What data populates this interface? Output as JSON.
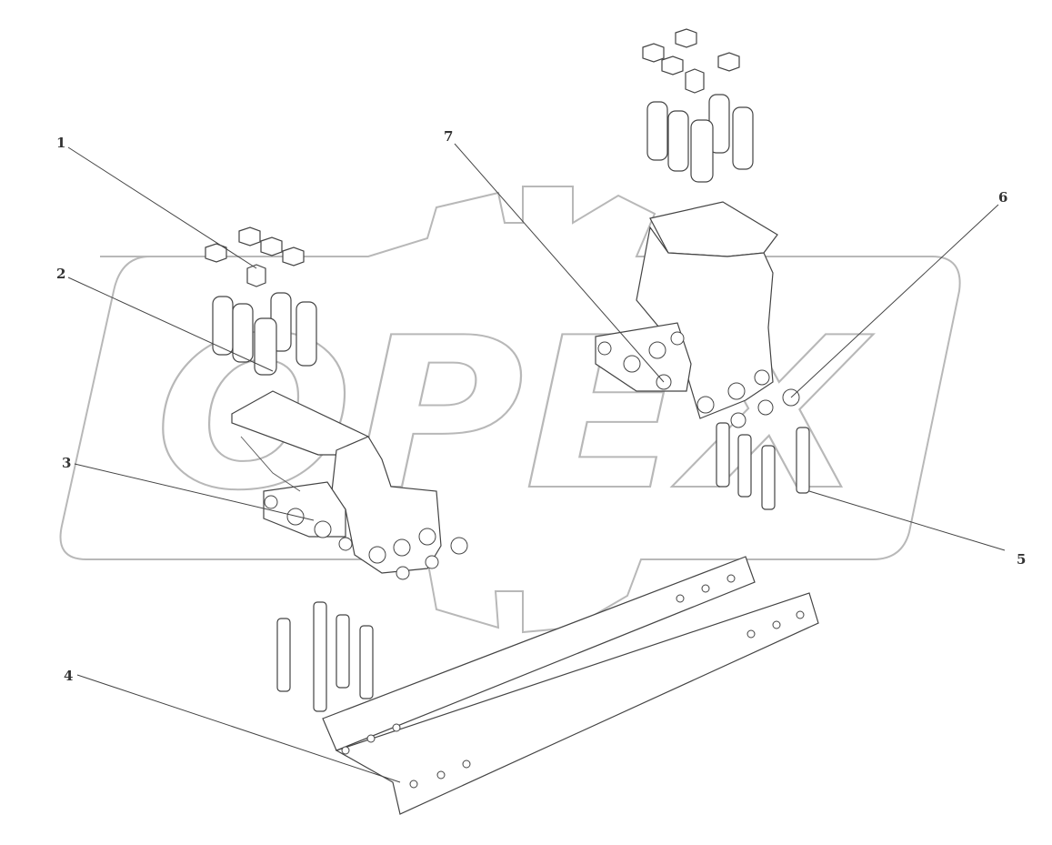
{
  "diagram": {
    "callouts": [
      {
        "id": "callout-1",
        "label": "1"
      },
      {
        "id": "callout-2",
        "label": "2"
      },
      {
        "id": "callout-3",
        "label": "3"
      },
      {
        "id": "callout-4",
        "label": "4"
      },
      {
        "id": "callout-5",
        "label": "5"
      },
      {
        "id": "callout-6",
        "label": "6"
      },
      {
        "id": "callout-7",
        "label": "7"
      }
    ],
    "watermark_text": "OPEX",
    "colors": {
      "line": "#444444",
      "watermark": "#b8b8b8",
      "background": "#ffffff"
    }
  }
}
